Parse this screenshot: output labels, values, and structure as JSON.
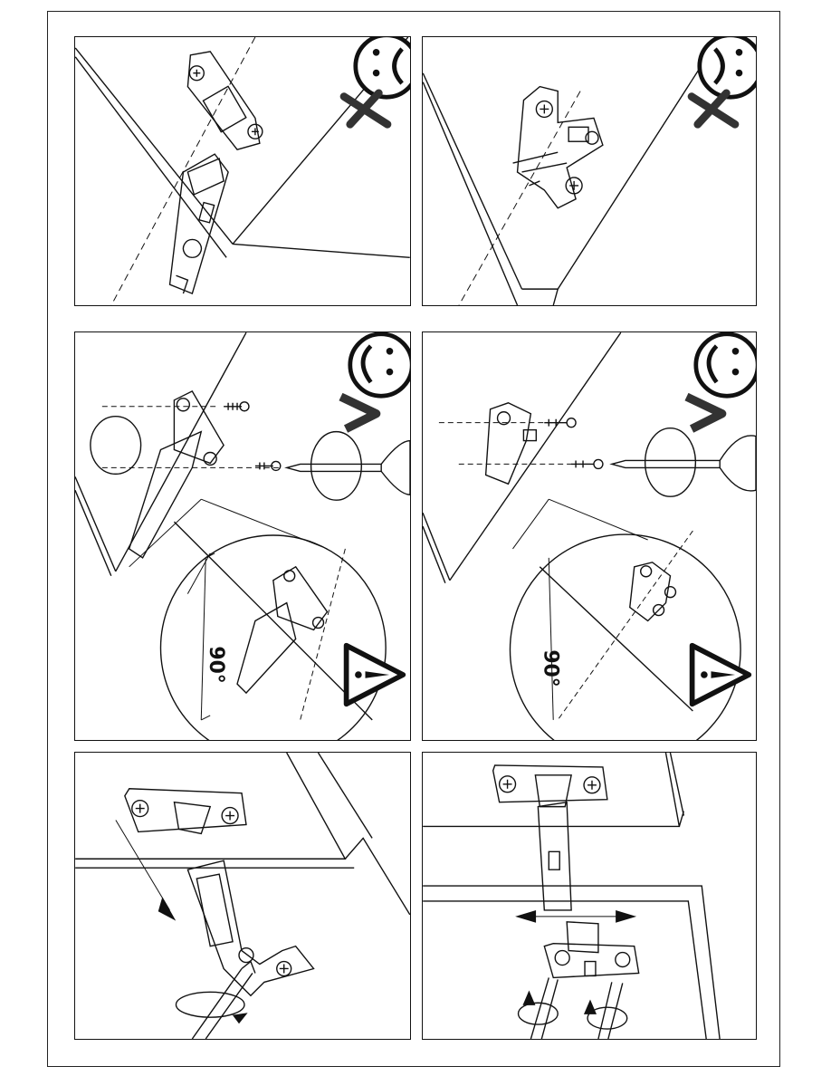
{
  "page": {
    "panels": [
      {
        "id": "incorrect-mount-hinge",
        "status": "incorrect",
        "face": "sad",
        "mark": "cross"
      },
      {
        "id": "incorrect-mount-plate",
        "status": "incorrect",
        "face": "sad",
        "mark": "cross"
      },
      {
        "id": "correct-mount-hinge",
        "status": "correct",
        "face": "happy",
        "mark": "check",
        "angle_label": "90°"
      },
      {
        "id": "correct-mount-plate",
        "status": "correct",
        "face": "happy",
        "mark": "check",
        "angle_label": "90°"
      },
      {
        "id": "attach-hinge-to-door",
        "status": "step"
      },
      {
        "id": "attach-plate-to-cabinet",
        "status": "step"
      }
    ],
    "colors": {
      "line": "#111111",
      "mark": "#555555",
      "face_fill": "#ffffff"
    },
    "icons": [
      "sad-face-icon",
      "cross-mark-icon",
      "happy-face-icon",
      "check-mark-icon",
      "warning-icon",
      "screwdriver-icon"
    ]
  }
}
